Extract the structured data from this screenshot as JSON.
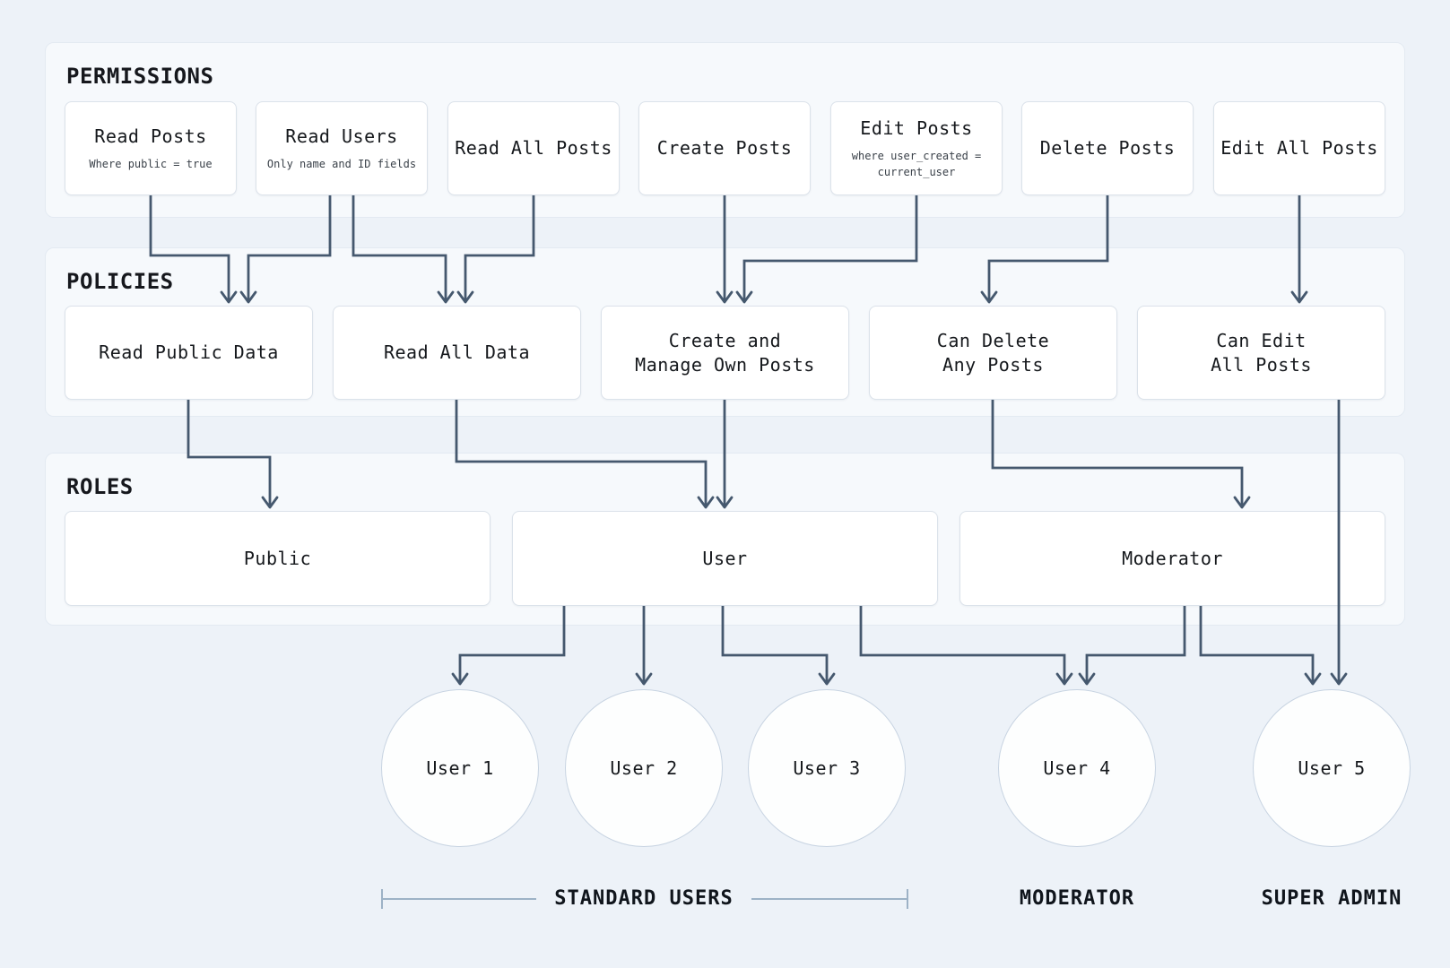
{
  "colors": {
    "page_background": "#edf2f8",
    "section_background": "#f6f9fc",
    "section_border": "#e3eaf2",
    "node_background": "#ffffff",
    "node_border": "#dbe2ea",
    "arrow": "#45586e",
    "circle_border": "#c8d4e2",
    "bracket": "#9db2c6"
  },
  "sections": {
    "permissions": {
      "title": "PERMISSIONS",
      "boxes": [
        {
          "label": "Read Posts",
          "sub": "Where public = true"
        },
        {
          "label": "Read Users",
          "sub": "Only name and ID fields"
        },
        {
          "label": "Read All Posts"
        },
        {
          "label": "Create Posts"
        },
        {
          "label": "Edit Posts",
          "sub_line1": "where user_created =",
          "sub_line2": "current_user"
        },
        {
          "label": "Delete Posts"
        },
        {
          "label": "Edit All Posts"
        }
      ]
    },
    "policies": {
      "title": "POLICIES",
      "boxes": [
        {
          "label": "Read Public Data"
        },
        {
          "label": "Read All Data"
        },
        {
          "line1": "Create and",
          "line2": "Manage Own Posts"
        },
        {
          "line1": "Can Delete",
          "line2": "Any Posts"
        },
        {
          "line1": "Can Edit",
          "line2": "All Posts"
        }
      ]
    },
    "roles": {
      "title": "ROLES",
      "boxes": [
        {
          "label": "Public"
        },
        {
          "label": "User"
        },
        {
          "label": "Moderator"
        }
      ]
    }
  },
  "users": [
    {
      "label": "User 1"
    },
    {
      "label": "User 2"
    },
    {
      "label": "User 3"
    },
    {
      "label": "User 4"
    },
    {
      "label": "User 5"
    }
  ],
  "group_labels": {
    "standard": "STANDARD USERS",
    "moderator": "MODERATOR",
    "super_admin": "SUPER ADMIN"
  },
  "edges": [
    {
      "from": "read-posts",
      "to": "read-public-data"
    },
    {
      "from": "read-users",
      "to": "read-public-data"
    },
    {
      "from": "read-users",
      "to": "read-all-data"
    },
    {
      "from": "read-all-posts",
      "to": "read-all-data"
    },
    {
      "from": "create-posts",
      "to": "create-and-manage-own-posts"
    },
    {
      "from": "edit-posts",
      "to": "create-and-manage-own-posts"
    },
    {
      "from": "delete-posts",
      "to": "can-delete-any-posts"
    },
    {
      "from": "edit-all-posts",
      "to": "can-edit-all-posts"
    },
    {
      "from": "read-public-data",
      "to": "public"
    },
    {
      "from": "read-all-data",
      "to": "user"
    },
    {
      "from": "create-and-manage-own-posts",
      "to": "user"
    },
    {
      "from": "can-delete-any-posts",
      "to": "moderator"
    },
    {
      "from": "can-edit-all-posts",
      "to": "user-5"
    },
    {
      "from": "user",
      "to": "user-1"
    },
    {
      "from": "user",
      "to": "user-2"
    },
    {
      "from": "user",
      "to": "user-3"
    },
    {
      "from": "user",
      "to": "user-4"
    },
    {
      "from": "moderator",
      "to": "user-4"
    },
    {
      "from": "moderator",
      "to": "user-5"
    }
  ]
}
